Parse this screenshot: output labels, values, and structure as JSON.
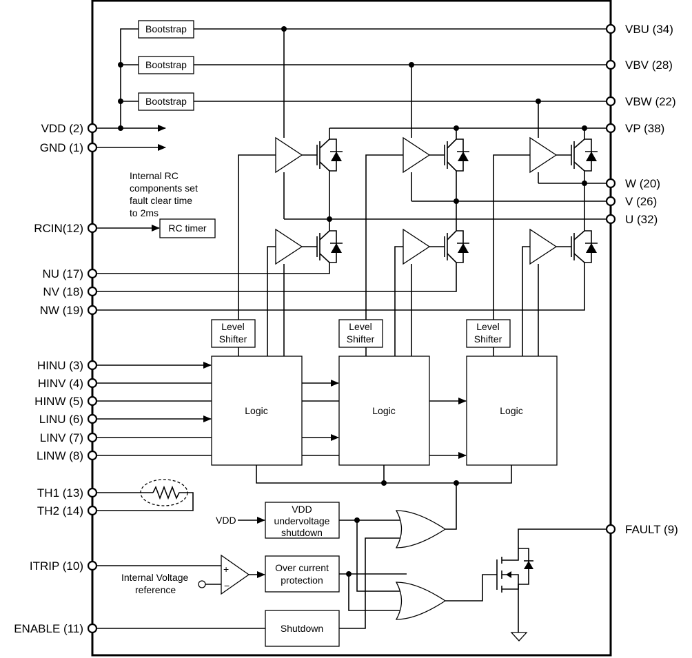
{
  "left_pins": {
    "vdd": "VDD (2)",
    "gnd": "GND (1)",
    "rcin": "RCIN(12)",
    "nu": "NU (17)",
    "nv": "NV (18)",
    "nw": "NW (19)",
    "hinu": "HINU (3)",
    "hinv": "HINV (4)",
    "hinw": "HINW (5)",
    "linu": "LINU (6)",
    "linv": "LINV (7)",
    "linw": "LINW (8)",
    "th1": "TH1 (13)",
    "th2": "TH2 (14)",
    "itrip": "ITRIP (10)",
    "enable": "ENABLE (11)"
  },
  "right_pins": {
    "vbu": "VBU (34)",
    "vbv": "VBV (28)",
    "vbw": "VBW (22)",
    "vp": "VP (38)",
    "w": "W (20)",
    "v": "V (26)",
    "u": "U (32)",
    "fault": "FAULT (9)"
  },
  "blocks": {
    "bootstrap": "Bootstrap",
    "rc_timer": "RC timer",
    "level_shifter_line1": "Level",
    "level_shifter_line2": "Shifter",
    "logic": "Logic",
    "uv_line1": "VDD",
    "uv_line2": "undervoltage",
    "uv_line3": "shutdown",
    "oc_line1": "Over current",
    "oc_line2": "protection",
    "shutdown": "Shutdown"
  },
  "notes": {
    "rc_line1": "Internal RC",
    "rc_line2": "components set",
    "rc_line3": "fault clear time",
    "rc_line4": "to 2ms",
    "vref_line1": "Internal Voltage",
    "vref_line2": "reference",
    "vdd_input": "VDD",
    "comp_plus": "+",
    "comp_minus": "−"
  }
}
